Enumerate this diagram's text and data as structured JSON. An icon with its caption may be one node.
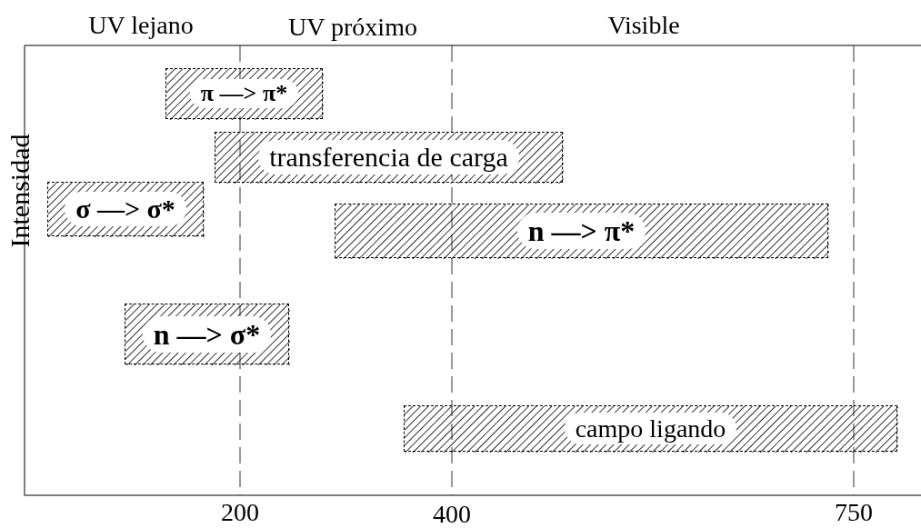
{
  "diagram": {
    "nodes": [
      {
        "text": [
          "π —> π*"
        ]
      },
      {
        "text": [
          "transferencia de carga"
        ]
      },
      {
        "text": [
          "σ —> σ*"
        ]
      },
      {
        "text": [
          "n —> π*"
        ]
      },
      {
        "text": [
          "n —> σ*"
        ]
      },
      {
        "text": [
          "campo ligando"
        ]
      }
    ],
    "labels": [
      "UV lejano",
      "UV próximo",
      "Visible",
      "Intensidad",
      "200",
      "400",
      "750"
    ]
  }
}
